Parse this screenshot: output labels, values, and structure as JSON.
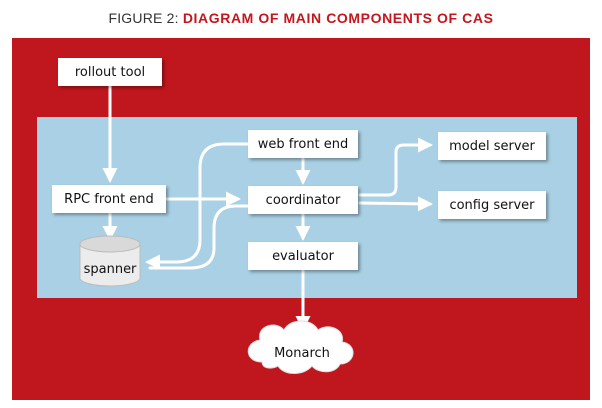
{
  "figure": {
    "number_label": "FIGURE 2: ",
    "title": "DIAGRAM OF MAIN COMPONENTS OF CAS"
  },
  "nodes": {
    "rollout_tool": "rollout tool",
    "rpc_front_end": "RPC front end",
    "spanner": "spanner",
    "web_front_end": "web front end",
    "coordinator": "coordinator",
    "evaluator": "evaluator",
    "model_server": "model server",
    "config_server": "config server",
    "monarch": "Monarch"
  },
  "colors": {
    "red": "#c0161d",
    "blue": "#a9d0e4",
    "box": "#ffffff",
    "arrow": "#ffffff"
  }
}
